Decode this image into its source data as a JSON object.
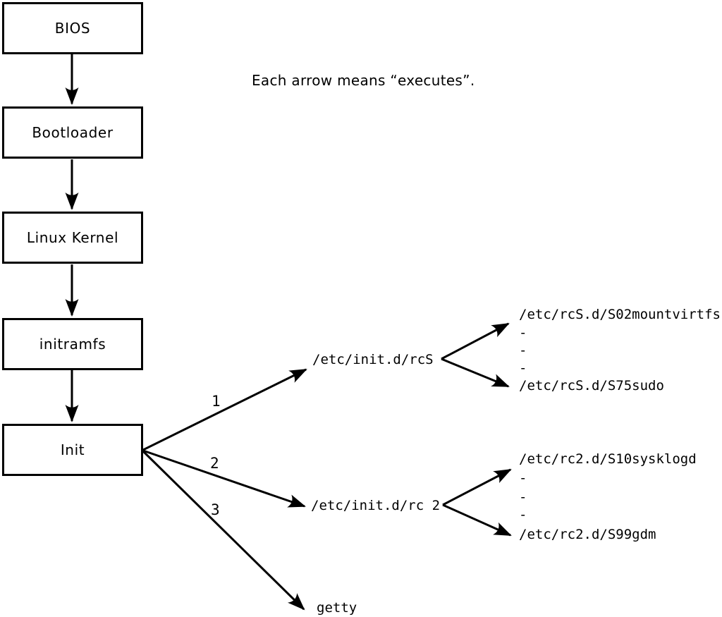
{
  "caption": "Each arrow means “executes”.",
  "boxes": [
    {
      "label": "BIOS"
    },
    {
      "label": "Bootloader"
    },
    {
      "label": "Linux Kernel"
    },
    {
      "label": "initramfs"
    },
    {
      "label": "Init"
    }
  ],
  "branches": [
    {
      "number": "1",
      "target": "/etc/init.d/rcS",
      "children": [
        "/etc/rcS.d/S02mountvirtfs",
        "-",
        "-",
        "-",
        "/etc/rcS.d/S75sudo"
      ]
    },
    {
      "number": "2",
      "target": "/etc/init.d/rc 2",
      "children": [
        "/etc/rc2.d/S10sysklogd",
        "-",
        "-",
        "-",
        "/etc/rc2.d/S99gdm"
      ]
    },
    {
      "number": "3",
      "target": "getty",
      "children": []
    }
  ],
  "colors": {
    "foreground": "#000000",
    "background": "#ffffff"
  }
}
